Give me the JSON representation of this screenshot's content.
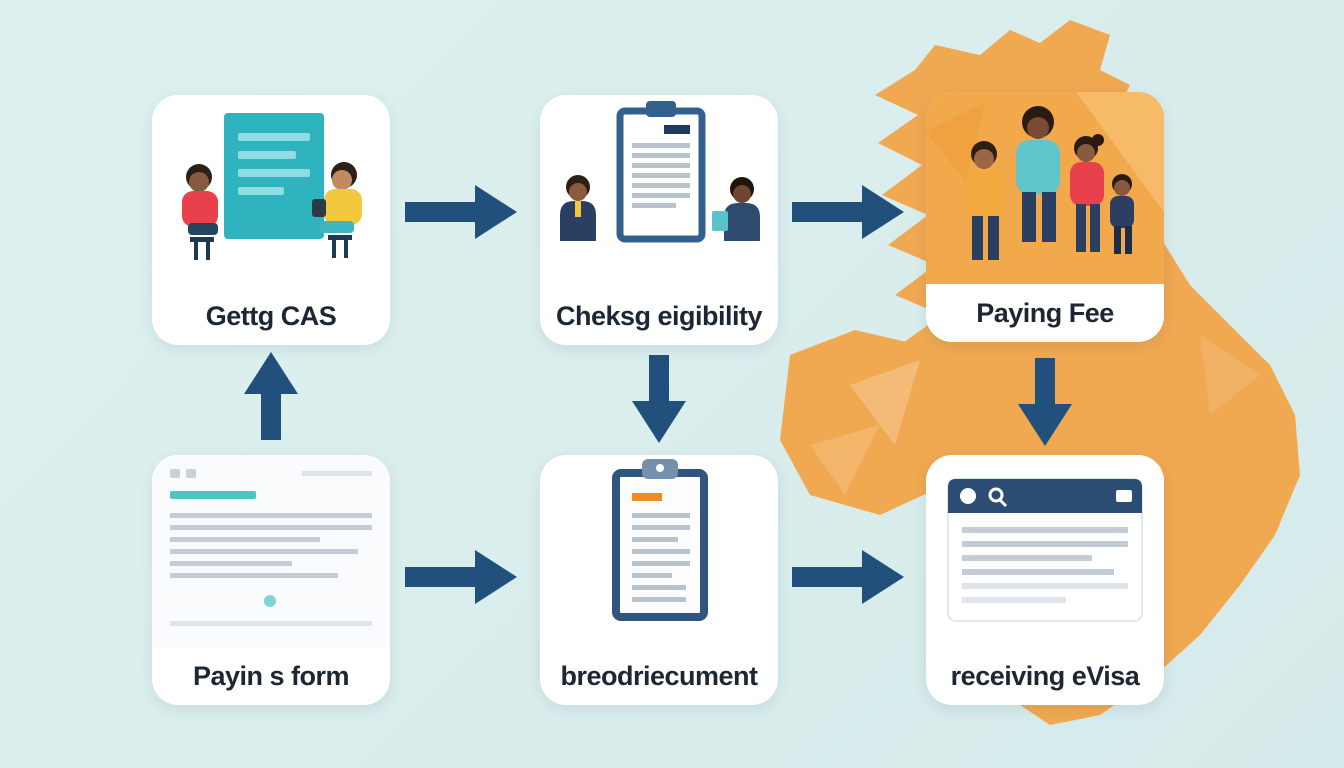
{
  "colors": {
    "background": "#D8EDEC",
    "arrow": "#20507B",
    "map_orange": "#F0A851",
    "card_background": "#FFFFFF",
    "card_label_text": "#1D2733",
    "teal_accent": "#35B9C3",
    "red_accent": "#E8414B",
    "yellow_accent": "#F2C83E",
    "navy_accent": "#2B3F63"
  },
  "cards": [
    {
      "id": "getting-cas",
      "label": "Gettg CAS",
      "icon": "people-at-presentation-board-icon"
    },
    {
      "id": "checking-eligibility",
      "label": "Cheksg eigibility",
      "icon": "clipboard-with-advisors-icon"
    },
    {
      "id": "paying-fee",
      "label": "Paying Fee",
      "icon": "family-group-on-map-icon"
    },
    {
      "id": "paying-form",
      "label": "Payin s form",
      "icon": "online-form-page-icon"
    },
    {
      "id": "document",
      "label": "breodriecument",
      "icon": "clipboard-document-icon"
    },
    {
      "id": "receiving-evisa",
      "label": "receiving eVisa",
      "icon": "browser-window-icon"
    }
  ],
  "arrows": [
    {
      "from": "getting-cas",
      "to": "checking-eligibility",
      "direction": "right"
    },
    {
      "from": "checking-eligibility",
      "to": "paying-fee",
      "direction": "right"
    },
    {
      "from": "paying-form",
      "to": "getting-cas",
      "direction": "up"
    },
    {
      "from": "checking-eligibility",
      "to": "document",
      "direction": "down"
    },
    {
      "from": "paying-fee",
      "to": "receiving-evisa",
      "direction": "down"
    },
    {
      "from": "paying-form",
      "to": "document",
      "direction": "right"
    },
    {
      "from": "document",
      "to": "receiving-evisa",
      "direction": "right"
    }
  ],
  "map": {
    "name": "uk-and-ireland-map"
  }
}
